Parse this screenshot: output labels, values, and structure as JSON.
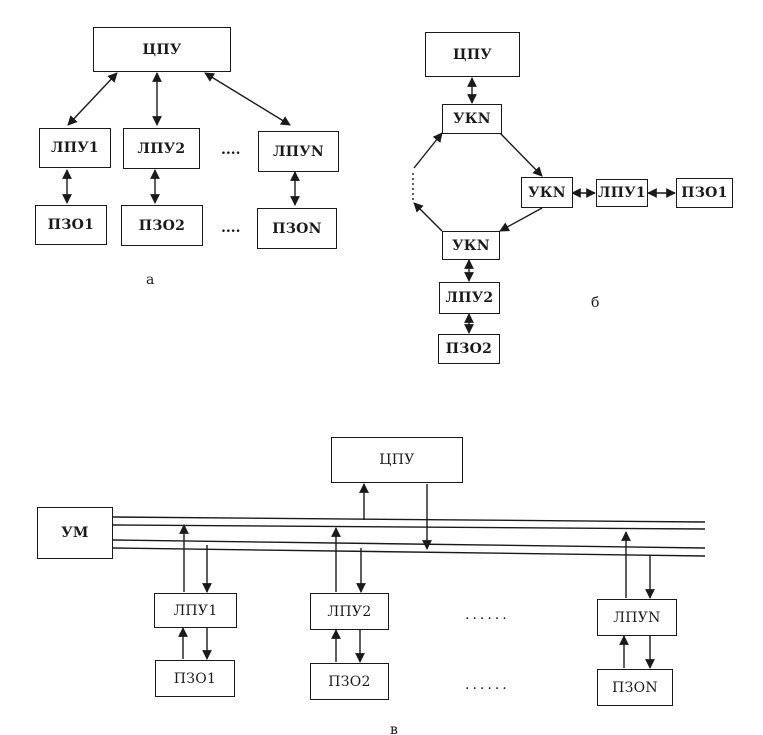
{
  "diagram_a": {
    "cpu": "ЦПУ",
    "lpu": [
      "ЛПУ1",
      "ЛПУ2",
      "ЛПУN"
    ],
    "pzo": [
      "ПЗО1",
      "ПЗО2",
      "ПЗОN"
    ],
    "dots_row1": "....",
    "dots_row2": "....",
    "caption": "а"
  },
  "diagram_b": {
    "cpu": "ЦПУ",
    "ukn_top": "УКN",
    "ukn_right": "УКN",
    "ukn_bottom": "УКN",
    "lpu1": "ЛПУ1",
    "pzo1": "ПЗО1",
    "lpu2": "ЛПУ2",
    "pzo2": "ПЗО2",
    "caption": "б"
  },
  "diagram_c": {
    "cpu": "ЦПУ",
    "um": "УМ",
    "lpu": [
      "ЛПУ1",
      "ЛПУ2",
      "ЛПУN"
    ],
    "pzo": [
      "ПЗО1",
      "ПЗО2",
      "ПЗОN"
    ],
    "dots_row1": "......",
    "dots_row2": "......",
    "caption": "в"
  }
}
